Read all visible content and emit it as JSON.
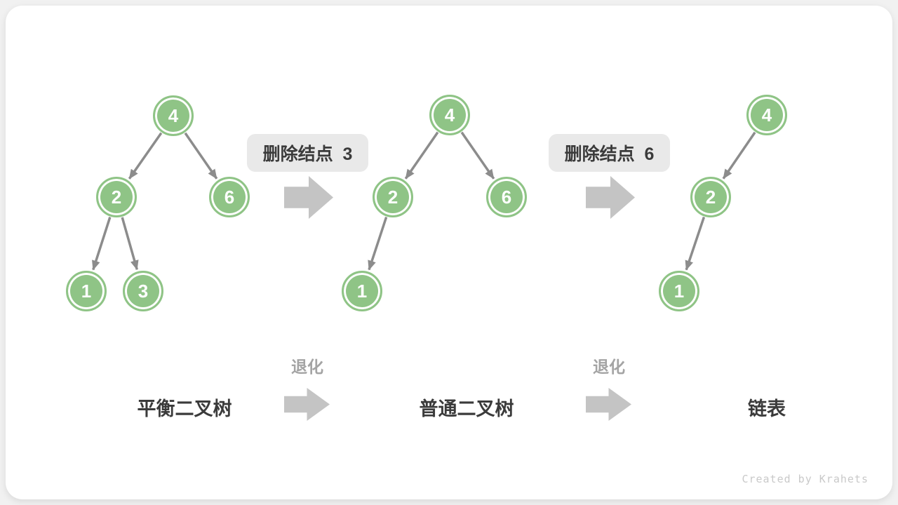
{
  "diagram": {
    "delete_labels": [
      "删除结点  3",
      "删除结点  6"
    ],
    "degrade_labels": [
      "退化",
      "退化"
    ],
    "credit": "Created by Krahets",
    "trees": [
      {
        "caption": "平衡二叉树",
        "nodes": [
          {
            "id": "4",
            "value": "4"
          },
          {
            "id": "2",
            "value": "2"
          },
          {
            "id": "6",
            "value": "6"
          },
          {
            "id": "1",
            "value": "1"
          },
          {
            "id": "3",
            "value": "3"
          }
        ],
        "edges": [
          [
            "4",
            "2"
          ],
          [
            "4",
            "6"
          ],
          [
            "2",
            "1"
          ],
          [
            "2",
            "3"
          ]
        ]
      },
      {
        "caption": "普通二叉树",
        "nodes": [
          {
            "id": "4",
            "value": "4"
          },
          {
            "id": "2",
            "value": "2"
          },
          {
            "id": "6",
            "value": "6"
          },
          {
            "id": "1",
            "value": "1"
          }
        ],
        "edges": [
          [
            "4",
            "2"
          ],
          [
            "4",
            "6"
          ],
          [
            "2",
            "1"
          ]
        ]
      },
      {
        "caption": "链表",
        "nodes": [
          {
            "id": "4",
            "value": "4"
          },
          {
            "id": "2",
            "value": "2"
          },
          {
            "id": "1",
            "value": "1"
          }
        ],
        "edges": [
          [
            "4",
            "2"
          ],
          [
            "2",
            "1"
          ]
        ]
      }
    ],
    "colors": {
      "node_green": "#8fc486",
      "edge_gray": "#8c8c8c",
      "block_arrow_gray": "#c4c4c4",
      "label_box_bg": "#e9e9e9",
      "dark_text": "#3b3b3b",
      "muted_text": "#a4a4a4",
      "credit_text": "#c9c9c9"
    }
  }
}
